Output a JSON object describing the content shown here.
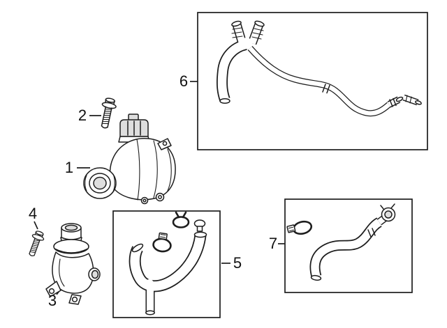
{
  "figure": {
    "type": "parts-diagram",
    "background_color": "#ffffff",
    "line_color": "#1d1d1d"
  },
  "callouts": [
    {
      "num": "1",
      "part": "water-pump"
    },
    {
      "num": "2",
      "part": "mounting-bolt"
    },
    {
      "num": "3",
      "part": "thermostat-housing"
    },
    {
      "num": "4",
      "part": "mounting-bolt"
    },
    {
      "num": "5",
      "part": "hose-assembly"
    },
    {
      "num": "6",
      "part": "hose-assembly"
    },
    {
      "num": "7",
      "part": "outlet-hose"
    }
  ]
}
